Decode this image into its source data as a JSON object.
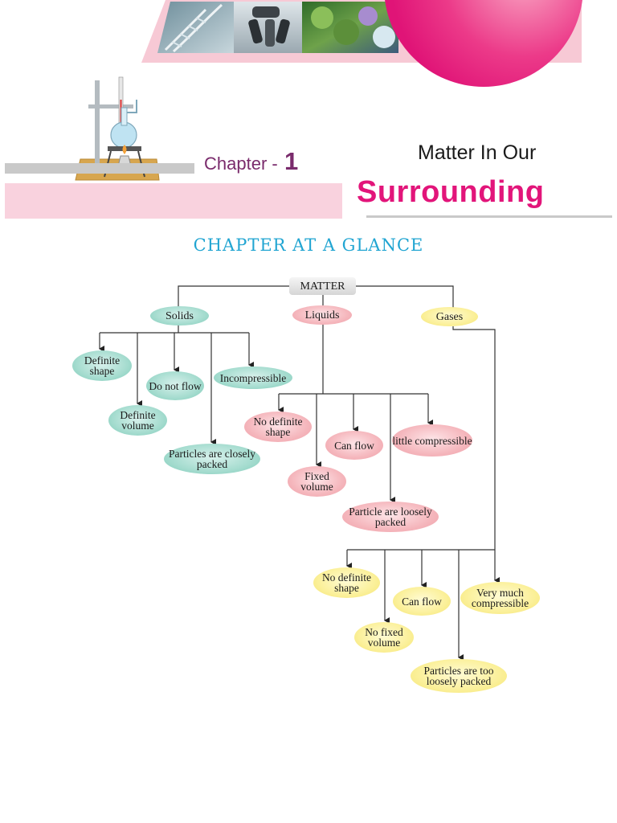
{
  "header": {
    "chapter_label": "Chapter -",
    "chapter_number": "1",
    "title_line1": "Matter In Our",
    "title_line2": "Surrounding"
  },
  "section_heading": "CHAPTER AT A GLANCE",
  "diagram": {
    "root": "MATTER",
    "solids": {
      "label": "Solids",
      "properties": [
        "Definite shape",
        "Definite volume",
        "Do not flow",
        "Particles are closely packed",
        "Incompressible"
      ]
    },
    "liquids": {
      "label": "Liquids",
      "properties": [
        "No definite shape",
        "Fixed volume",
        "Can flow",
        "Particle are loosely packed",
        "little compressible"
      ]
    },
    "gases": {
      "label": "Gases",
      "properties": [
        "No definite shape",
        "No fixed volume",
        "Can flow",
        "Particles are too loosely packed",
        "Very much compressible"
      ]
    }
  },
  "colors": {
    "solids": "#a5dccf",
    "liquids": "#f5b7bd",
    "gases": "#fbf09a",
    "accent_pink": "#e2157a",
    "heading_blue": "#21a5d2"
  }
}
